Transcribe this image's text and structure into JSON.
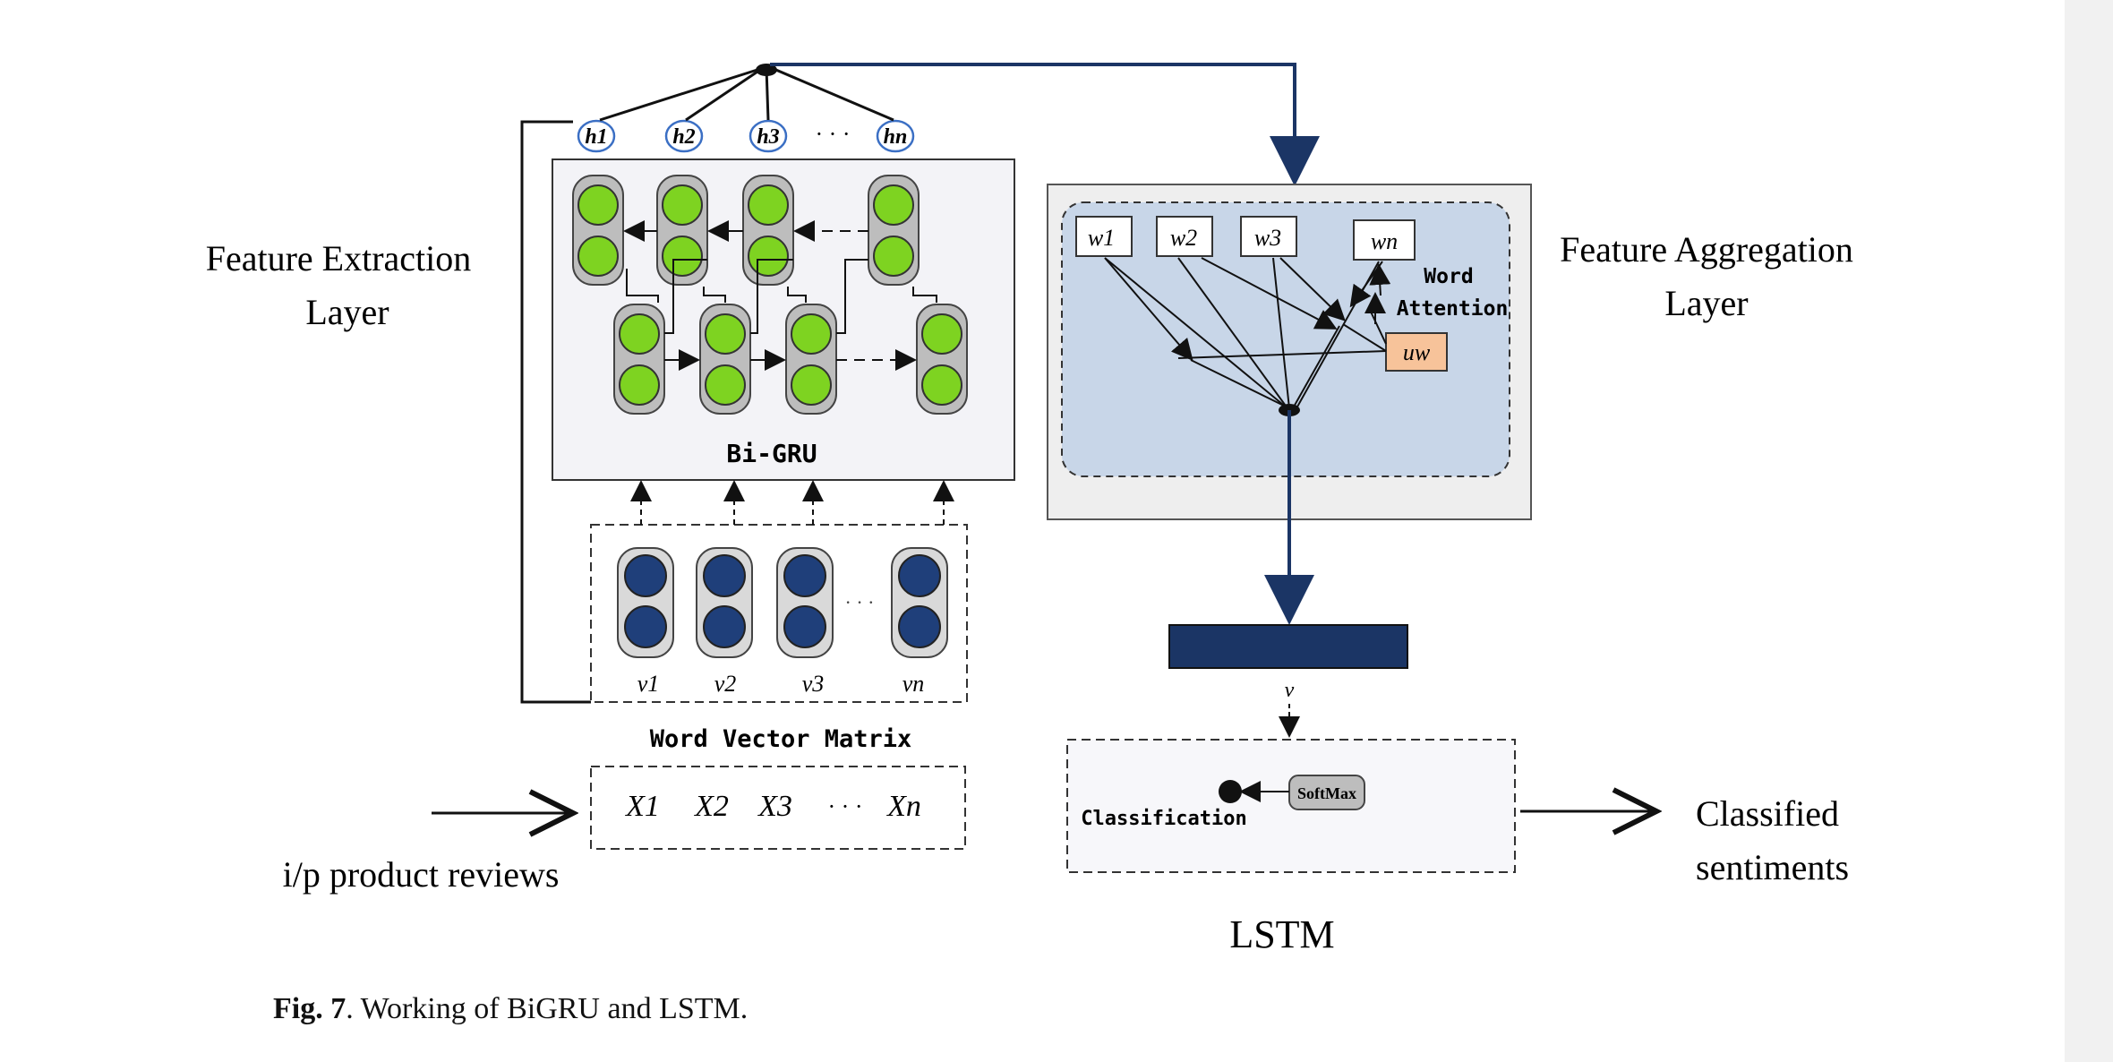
{
  "figure": {
    "left_panel": {
      "title_line1": "Feature Extraction",
      "title_line2": "Layer",
      "hidden_states": [
        "h1",
        "h2",
        "h3",
        "hn"
      ],
      "hidden_ellipsis": "· · ·",
      "bigru_label": "Bi-GRU",
      "word_vectors": [
        "v1",
        "v2",
        "v3",
        "vn"
      ],
      "word_vector_matrix_label": "Word Vector Matrix",
      "inputs": [
        "X1",
        "X2",
        "X3",
        "Xn"
      ],
      "input_ellipsis": "· · ·",
      "input_caption": "i/p product reviews"
    },
    "right_panel": {
      "title_line1": "Feature Aggregation",
      "title_line2": "Layer",
      "attention_words": [
        "w1",
        "w2",
        "w3",
        "wn"
      ],
      "attention_label_line1": "Word",
      "attention_label_line2": "Attention",
      "context_vector": "uw",
      "v_label": "v",
      "softmax_label": "SoftMax",
      "classification_label": "Classification",
      "lstm_label": "LSTM",
      "output_line1": "Classified",
      "output_line2": "sentiments"
    },
    "colors": {
      "green_node": "#7ed321",
      "blue_node": "#1f3f7a",
      "dark_bar": "#1b3565",
      "attention_bg": "#c8d6e8",
      "uw_box": "#f7c39a"
    }
  },
  "caption": {
    "label": "Fig. 7",
    "text": ". Working of BiGRU and LSTM."
  }
}
